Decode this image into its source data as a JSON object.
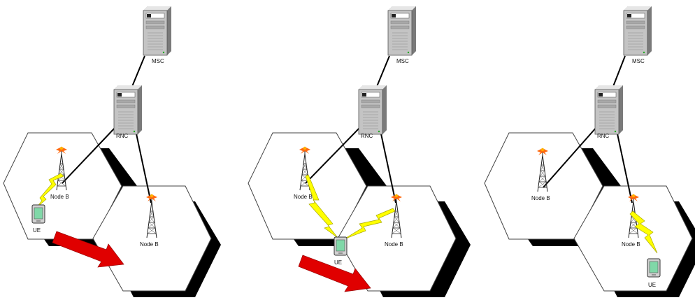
{
  "labels": {
    "msc": "MSC",
    "rnc": "RNC",
    "node_b": "Node B",
    "ue": "UE"
  },
  "colors": {
    "background": "#ffffff",
    "hexagon_fill": "#ffffff",
    "hexagon_shadow": "#000000",
    "link": "#000000",
    "radio_link": "#ffff00",
    "movement_arrow": "#e00000",
    "server": "#bfbfbf",
    "antenna_tip": "#ff6600",
    "ue_screen": "#7fd3a0"
  },
  "panels": [
    {
      "stage": "before handover",
      "ue_cell": "left",
      "radio_links": [
        "left"
      ],
      "movement_arrow": true
    },
    {
      "stage": "during soft handover",
      "ue_cell": "boundary",
      "radio_links": [
        "left",
        "right"
      ],
      "movement_arrow": true
    },
    {
      "stage": "after handover",
      "ue_cell": "right",
      "radio_links": [
        "right"
      ],
      "movement_arrow": false
    }
  ],
  "icons": [
    "server-icon",
    "antenna-tower-icon",
    "phone-icon",
    "lightning-icon",
    "arrow-icon"
  ]
}
